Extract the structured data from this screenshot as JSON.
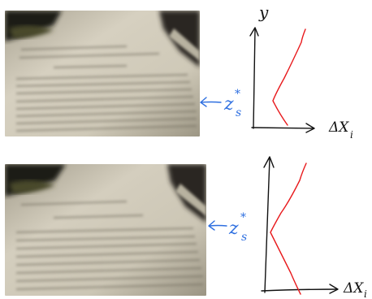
{
  "colors": {
    "annotation": "#2e6fe0",
    "curve": "#e8191c",
    "axes": "#111111",
    "paper_light": "#d8d2c2",
    "paper_dark": "#8a8472",
    "background_dark": "#1c1b18"
  },
  "panels": [
    {
      "photo": {
        "description_icon": "blurred-document-photo-icon"
      },
      "annotation": {
        "arrow_icon": "left-arrow-icon",
        "label": "z",
        "superscript": "*",
        "subscript": "s"
      },
      "chart": {
        "y_label": "y",
        "x_label": "ΔX",
        "x_subscript": "i",
        "curve_icon": "red-curve-icon"
      }
    },
    {
      "photo": {
        "description_icon": "blurred-document-photo-icon"
      },
      "annotation": {
        "arrow_icon": "left-arrow-icon",
        "label": "z",
        "superscript": "*",
        "subscript": "s"
      },
      "chart": {
        "y_label": "",
        "x_label": "ΔX",
        "x_subscript": "i",
        "curve_icon": "red-curve-icon"
      }
    }
  ]
}
